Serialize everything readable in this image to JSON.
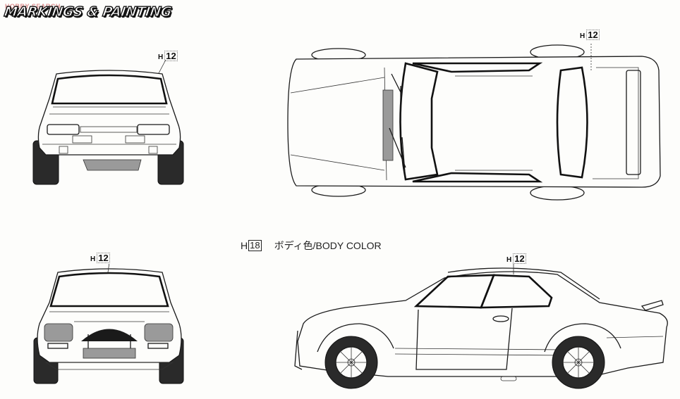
{
  "sheet": {
    "title": "MARKINGS & PAINTING",
    "watermark": "HOBBY SEARCH"
  },
  "legend": {
    "code_prefix": "H",
    "code_number": "18",
    "label": "ボディ色/BODY COLOR"
  },
  "views": [
    {
      "name": "rear-view",
      "callout": {
        "prefix": "H",
        "number": "12"
      }
    },
    {
      "name": "top-view",
      "callout": {
        "prefix": "H",
        "number": "12"
      }
    },
    {
      "name": "front-view",
      "callout": {
        "prefix": "H",
        "number": "12"
      }
    },
    {
      "name": "side-view",
      "callout": {
        "prefix": "H",
        "number": "12"
      }
    }
  ],
  "colors": {
    "line": "#1a1a1a",
    "paper": "#fdfdfb",
    "tire": "#2a2a2a"
  }
}
